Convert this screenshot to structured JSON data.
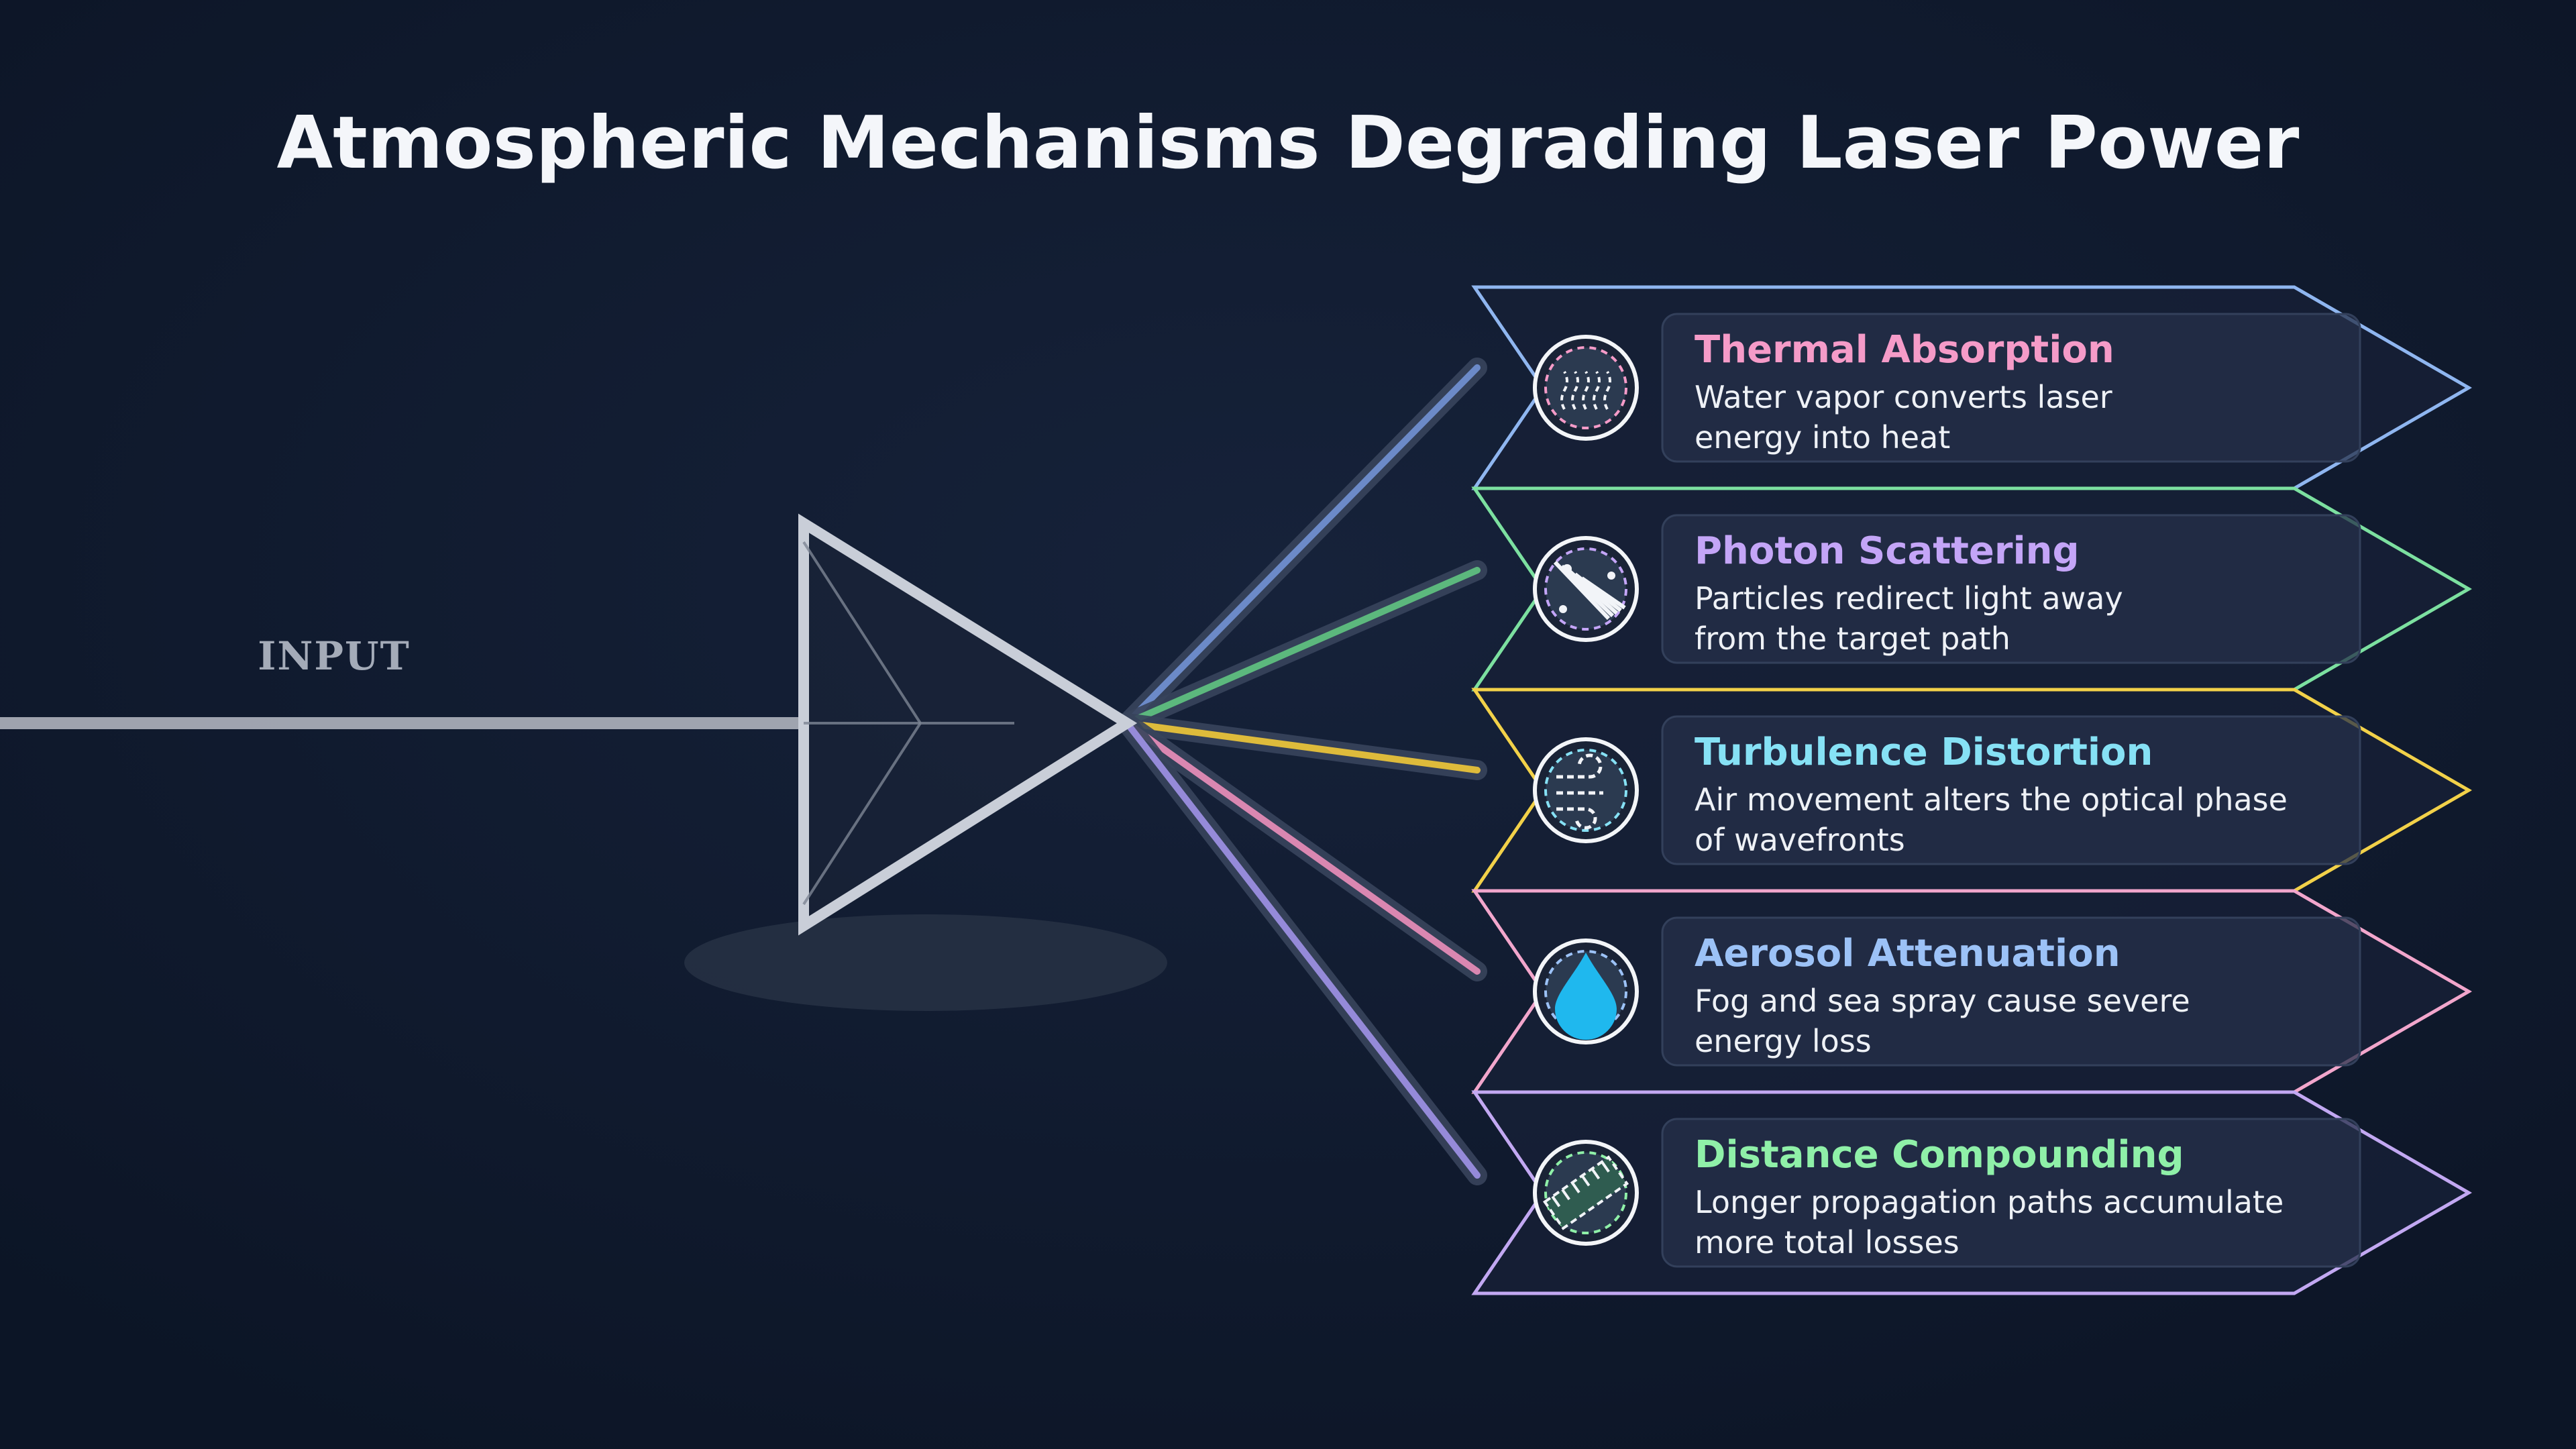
{
  "title": "Atmospheric Mechanisms Degrading Laser Power",
  "input_label": "INPUT",
  "colors": {
    "background": "#0f1a2e",
    "prism": "#c9ced8",
    "beam": "#b8bcc6"
  },
  "mechanisms": [
    {
      "title": "Thermal Absorption",
      "desc_lines": [
        "Water vapor converts laser",
        "energy into heat"
      ],
      "title_color": "#f59bc8",
      "border_color": "#8fb6f0",
      "beam_color": "#6f8fcf",
      "icon": "heat-waves-icon"
    },
    {
      "title": "Photon Scattering",
      "desc_lines": [
        "Particles redirect light away",
        "from the target path"
      ],
      "title_color": "#c4a5f7",
      "border_color": "#7ce0a0",
      "beam_color": "#5fbf80",
      "icon": "scatter-icon"
    },
    {
      "title": "Turbulence Distortion",
      "desc_lines": [
        "Air movement alters the optical phase",
        "of wavefronts"
      ],
      "title_color": "#86e1f5",
      "border_color": "#f2d149",
      "beam_color": "#e8c23a",
      "icon": "wind-icon"
    },
    {
      "title": "Aerosol Attenuation",
      "desc_lines": [
        "Fog and sea spray cause severe",
        "energy loss"
      ],
      "title_color": "#9cc2f7",
      "border_color": "#f2a6cc",
      "beam_color": "#e38bb6",
      "icon": "droplet-icon"
    },
    {
      "title": "Distance Compounding",
      "desc_lines": [
        "Longer propagation paths accumulate",
        "more total losses"
      ],
      "title_color": "#8ff0a8",
      "border_color": "#c2a8f2",
      "beam_color": "#9b8fe0",
      "icon": "ruler-icon"
    }
  ]
}
